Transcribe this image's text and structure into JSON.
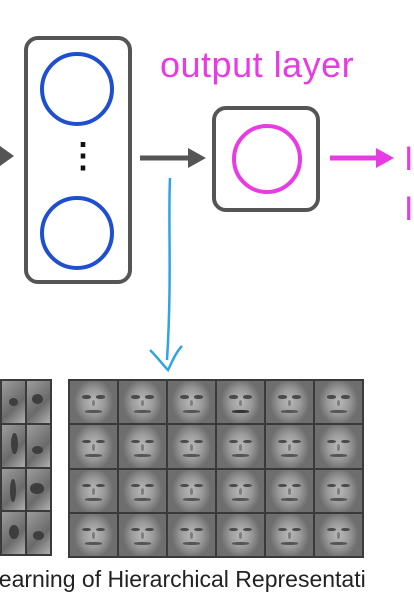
{
  "diagram": {
    "output_layer_label": "output layer",
    "caption": "Learning of Hierarchical Representati",
    "colors": {
      "box_border": "#555555",
      "hidden_neuron": "#1f4fd1",
      "output_neuron": "#e83be3",
      "arrow_gray": "#555555",
      "arrow_pink": "#e83be3",
      "arrow_blue": "#2ea3e8"
    },
    "output_cut_text": [
      "I",
      "I"
    ],
    "ellipsis": "⋮"
  }
}
